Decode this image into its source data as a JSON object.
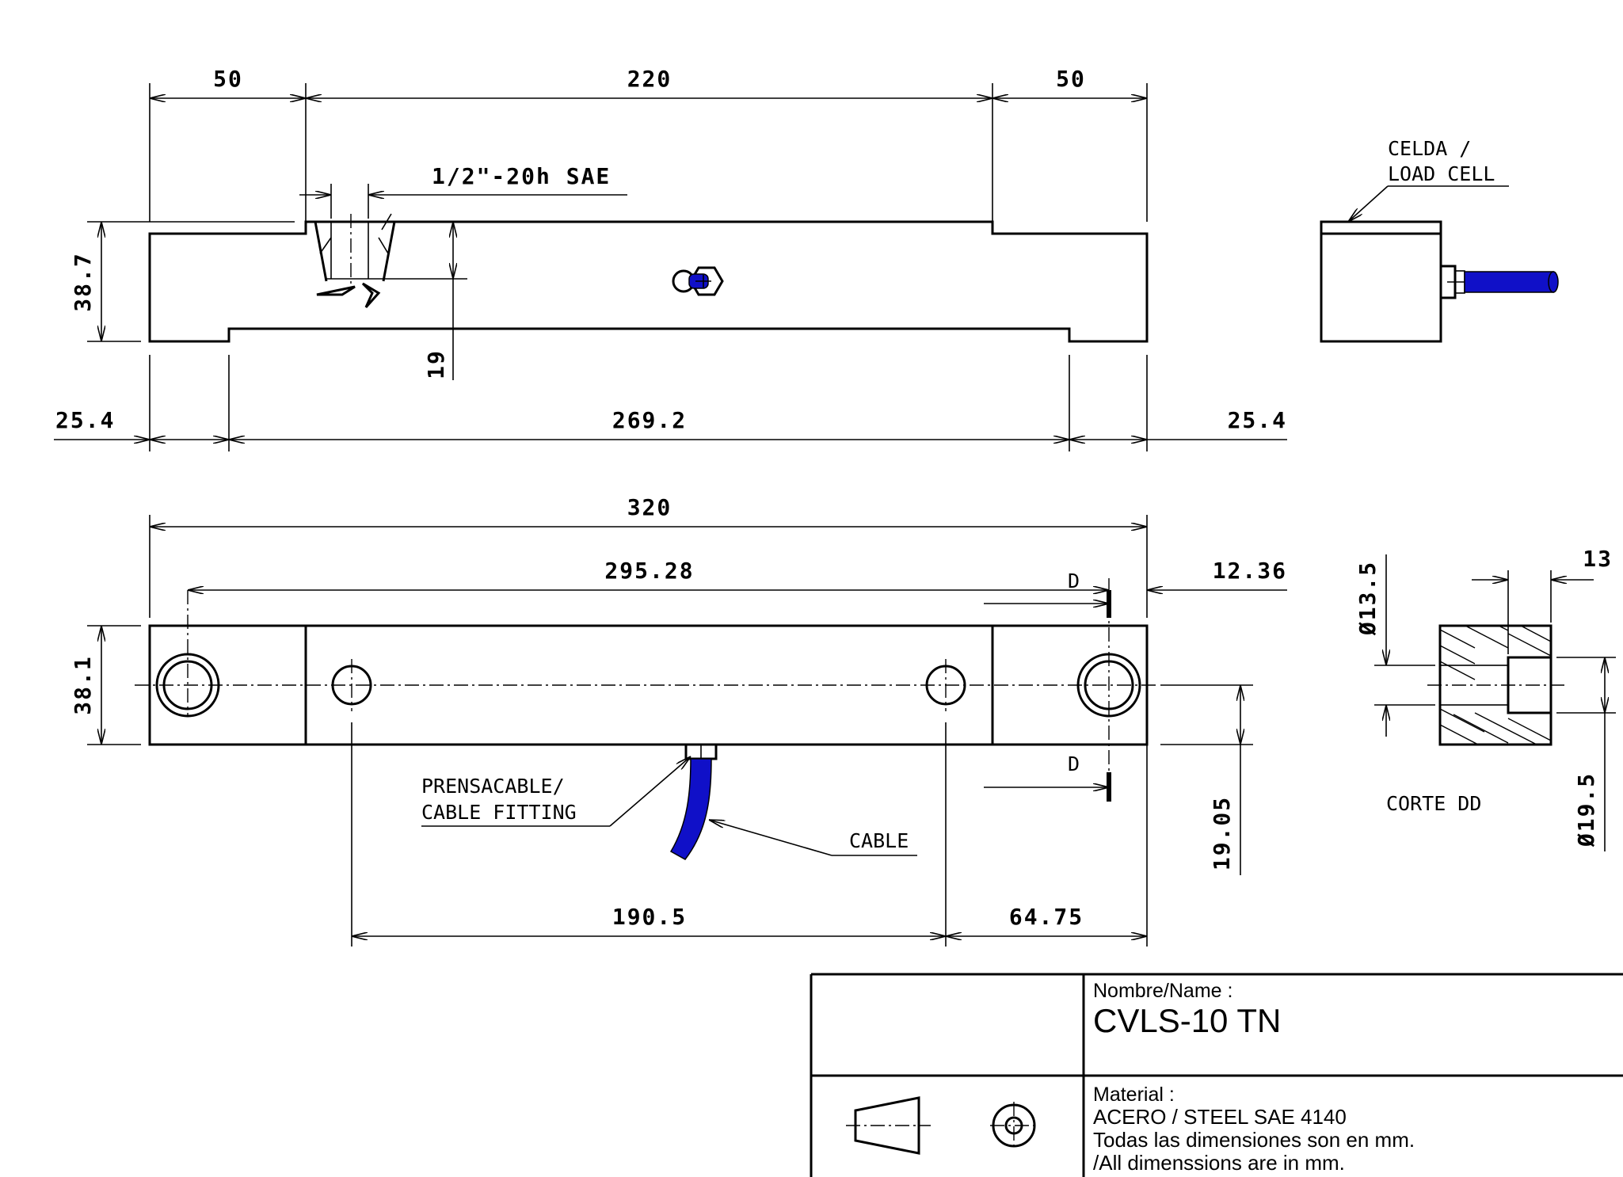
{
  "dimensions": {
    "top_left_length": "50",
    "top_middle_length": "220",
    "top_right_length": "50",
    "thread": "1/2\"-20h SAE",
    "height_side": "38.7",
    "thread_depth": "19",
    "bottom_left_offset": "25.4",
    "bottom_span": "269.2",
    "bottom_right_offset": "25.4",
    "overall_length": "320",
    "hole_span": "295.28",
    "hole_edge_offset": "12.36",
    "width_plan": "38.1",
    "center_height": "19.05",
    "mount_hole_span": "190.5",
    "mount_hole_offset": "64.75",
    "bore_small": "Ø13.5",
    "bore_large": "Ø19.5",
    "counterbore_depth": "13"
  },
  "labels": {
    "load_cell_line1": "CELDA /",
    "load_cell_line2": "LOAD CELL",
    "cable_fitting_line1": "PRENSACABLE/",
    "cable_fitting_line2": "CABLE FITTING",
    "cable": "CABLE",
    "section_mark_top": "D",
    "section_mark_bottom": "D",
    "section_title": "CORTE DD"
  },
  "title_block": {
    "name_label": "Nombre/Name :",
    "name_value": "CVLS-10 TN",
    "material_label": "Material :",
    "material_value": "ACERO / STEEL SAE 4140",
    "note_es": "Todas las dimensiones son en mm.",
    "note_en": "/All dimenssions are in mm."
  },
  "colors": {
    "ink": "#000000",
    "cable": "#1010c8",
    "paper": "#ffffff"
  }
}
